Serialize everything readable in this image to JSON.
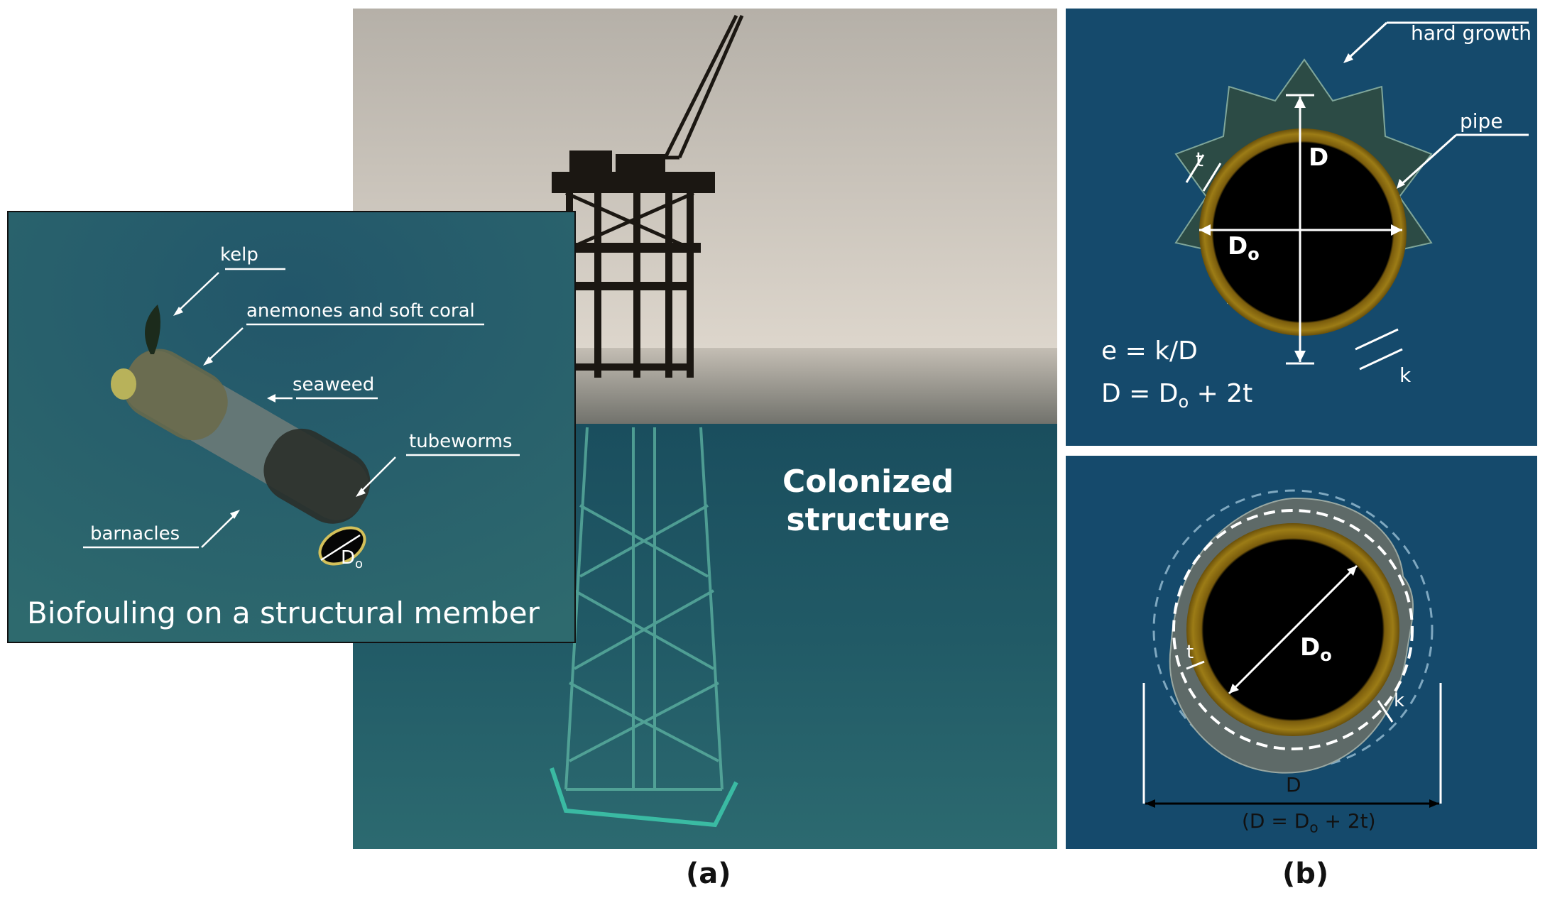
{
  "panel_a": {
    "label": "Colonized structure",
    "label_line1": "Colonized",
    "label_line2": "structure",
    "caption": "(a)"
  },
  "inset": {
    "title": "Biofouling on a structural member",
    "labels": {
      "kelp": "kelp",
      "anemones": "anemones and soft coral",
      "seaweed": "seaweed",
      "tubeworms": "tubeworms",
      "barnacles": "barnacles",
      "diameter": "D",
      "diameter_sub": "o"
    }
  },
  "panel_b_top": {
    "hard_growth": "hard growth",
    "pipe": "pipe",
    "D": "D",
    "Do_main": "D",
    "Do_sub": "o",
    "t": "t",
    "k": "k",
    "eq1": "e = k/D",
    "eq2_a": "D = D",
    "eq2_sub": "o",
    "eq2_b": " + 2t"
  },
  "panel_b_bottom": {
    "Do_main": "D",
    "Do_sub": "o",
    "t": "t",
    "k": "k",
    "D": "D",
    "eq_a": "(D = D",
    "eq_sub": "o",
    "eq_b": " + 2t)"
  },
  "caption_b": "(b)",
  "colors": {
    "sea": "#1c4f66",
    "sky": "#d9d2c8",
    "pipe_ring": "#9a7a10",
    "growth": "#2e4a44",
    "panel_b_bg": "#14496b"
  }
}
